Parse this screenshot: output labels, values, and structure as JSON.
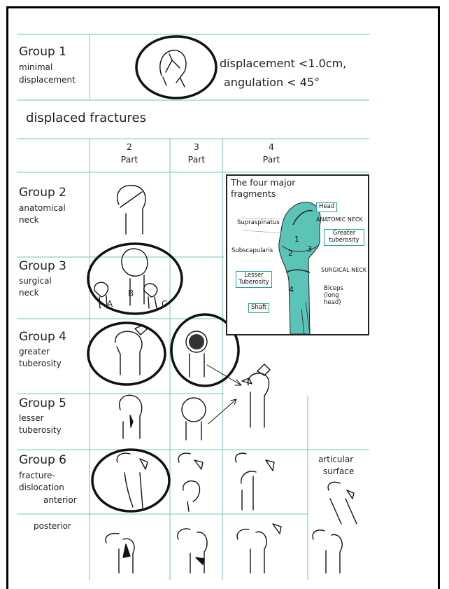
{
  "colors": {
    "grid": "#6cc7c0",
    "ink": "#111111",
    "bone_fill": "#5cc4b6"
  },
  "group1": {
    "title": "Group 1",
    "desc1": "minimal",
    "desc2": "displacement",
    "criteria1": "displacement <1.0cm,",
    "criteria2": "angulation < 45°"
  },
  "section": {
    "title": "displaced fractures"
  },
  "columns": [
    {
      "num": "2",
      "label": "Part"
    },
    {
      "num": "3",
      "label": "Part"
    },
    {
      "num": "4",
      "label": "Part"
    }
  ],
  "groups": [
    {
      "title": "Group 2",
      "desc": [
        "anatomical",
        "neck"
      ]
    },
    {
      "title": "Group 3",
      "desc": [
        "surgical",
        "neck"
      ]
    },
    {
      "title": "Group 4",
      "desc": [
        "greater",
        "tuberosity"
      ]
    },
    {
      "title": "Group 5",
      "desc": [
        "lesser",
        "tuberosity"
      ]
    },
    {
      "title": "Group 6",
      "desc": [
        "fracture-",
        "dislocation",
        "anterior"
      ]
    }
  ],
  "posterior": "posterior",
  "articular": [
    "articular",
    "surface"
  ],
  "sketch_letters": {
    "a": "A",
    "b": "B",
    "c": "C"
  },
  "inset": {
    "title1": "The four major",
    "title2": "fragments",
    "labels": {
      "head": "Head",
      "anatomic_neck": "ANATOMIC NECK",
      "supraspinatus": "Supraspinatus",
      "greater": "Greater tuberosity",
      "subscapularis": "Subscapularis",
      "surgical_neck": "SURGICAL NECK",
      "lesser": "Lesser Tuberosity",
      "biceps": "Biceps (long head)",
      "shaft": "Shaft"
    },
    "numbers": [
      "1",
      "2",
      "3",
      "4"
    ]
  }
}
